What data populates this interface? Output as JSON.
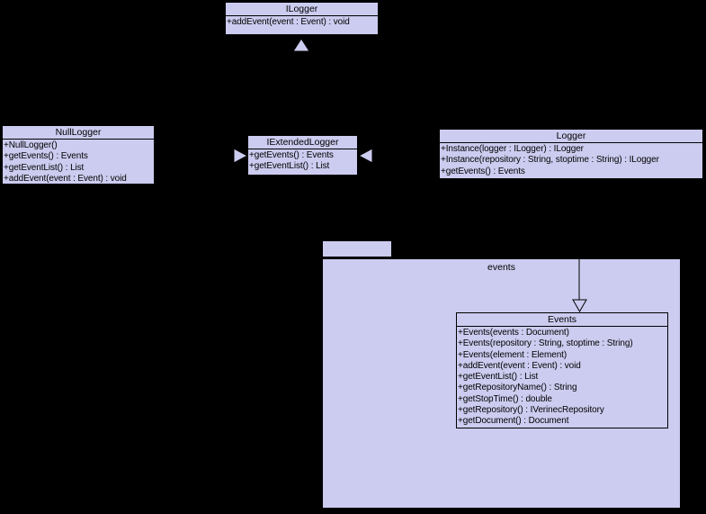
{
  "diagram": {
    "type": "uml-class-diagram",
    "colors": {
      "background": "#000000",
      "node_fill": "#ccccf0",
      "border": "#000000",
      "text": "#000000"
    }
  },
  "classes": {
    "ilogger": {
      "name": "ILogger",
      "members": [
        "+addEvent(event : Event) : void"
      ]
    },
    "null_logger": {
      "name": "NullLogger",
      "members": [
        "+NullLogger()",
        "+getEvents() : Events",
        "+getEventList() : List",
        "+addEvent(event : Event) : void"
      ]
    },
    "iextended_logger": {
      "name": "IExtendedLogger",
      "members": [
        "+getEvents() : Events",
        "+getEventList() : List"
      ]
    },
    "logger": {
      "name": "Logger",
      "members": [
        "+Instance(logger : ILogger) : ILogger",
        "+Instance(repository : String, stoptime : String) : ILogger",
        "+getEvents() : Events"
      ]
    },
    "events_class": {
      "name": "Events",
      "members": [
        "+Events(events : Document)",
        "+Events(repository : String, stoptime : String)",
        "+Events(element : Element)",
        "+addEvent(event : Event) : void",
        "+getEventList() : List",
        "+getRepositoryName() : String",
        "+getStopTime() : double",
        "+getRepository() : IVerinecRepository",
        "+getDocument() : Document"
      ]
    }
  },
  "package": {
    "label": "events"
  },
  "relationships": [
    {
      "from": "IExtendedLogger",
      "to": "ILogger",
      "type": "generalization"
    },
    {
      "from": "NullLogger",
      "to": "IExtendedLogger",
      "type": "generalization"
    },
    {
      "from": "Logger",
      "to": "IExtendedLogger",
      "type": "generalization"
    },
    {
      "from": "Logger",
      "to": "Events",
      "type": "generalization"
    }
  ]
}
